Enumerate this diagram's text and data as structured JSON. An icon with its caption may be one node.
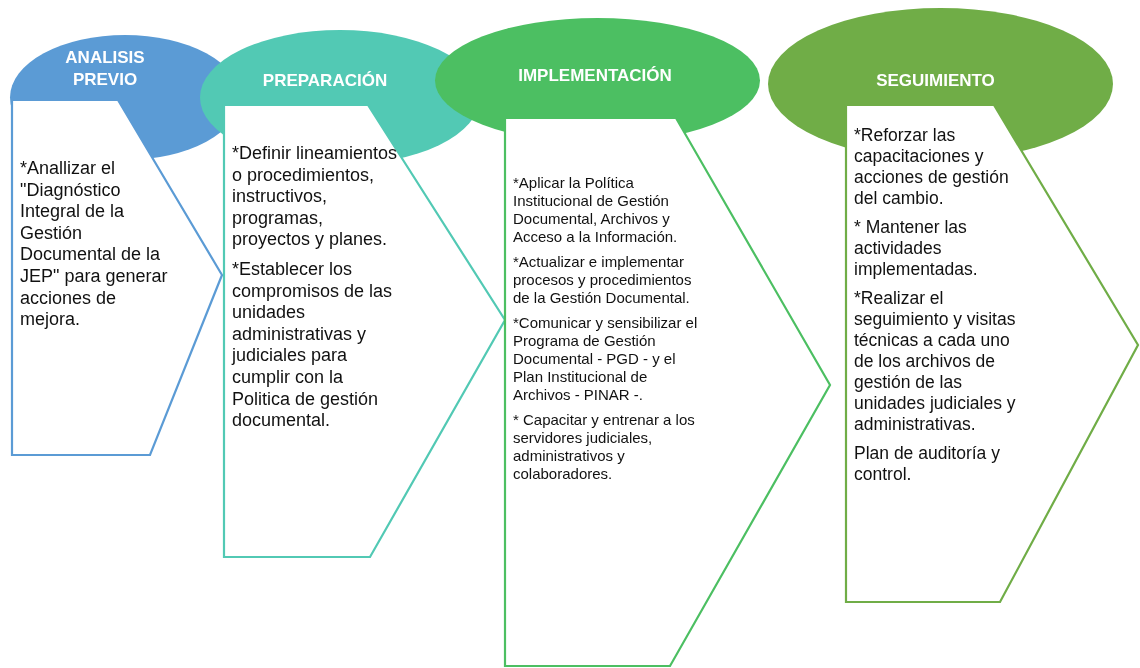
{
  "diagram": {
    "nodes": [
      {
        "text": [
          "ANALISIS PREVIO"
        ]
      },
      {
        "text": [
          "*Anallizar el \"Diagnóstico Integral de la Gestión Documental de la JEP\" para generar acciones de mejora."
        ]
      },
      {
        "text": [
          "PREPARACIÓN"
        ]
      },
      {
        "text": [
          "*Definir lineamientos o procedimientos, instructivos, programas, proyectos y planes.",
          "*Establecer los compromisos  de las unidades administrativas y judiciales para cumplir con la Politica de gestión documental."
        ]
      },
      {
        "text": [
          "IMPLEMENTACIÓN"
        ]
      },
      {
        "text": [
          "*Aplicar la Política Institucional de Gestión Documental, Archivos y Acceso a la Información.",
          "*Actualizar e implementar procesos y procedimientos de la Gestión Documental.",
          "*Comunicar y sensibilizar el Programa de Gestión Documental - PGD - y el Plan Institucional de Archivos - PINAR -.",
          "* Capacitar y entrenar a los servidores judiciales, administrativos y colaboradores."
        ]
      },
      {
        "text": [
          "SEGUIMIENTO"
        ]
      },
      {
        "text": [
          "*Reforzar las capacitaciones y acciones de gestión del cambio.",
          "* Mantener las actividades implementadas.",
          "*Realizar el seguimiento y visitas técnicas  a cada uno de los  archivos de gestión de las unidades judiciales y administrativas.",
          "Plan de auditoría y control."
        ]
      }
    ]
  }
}
